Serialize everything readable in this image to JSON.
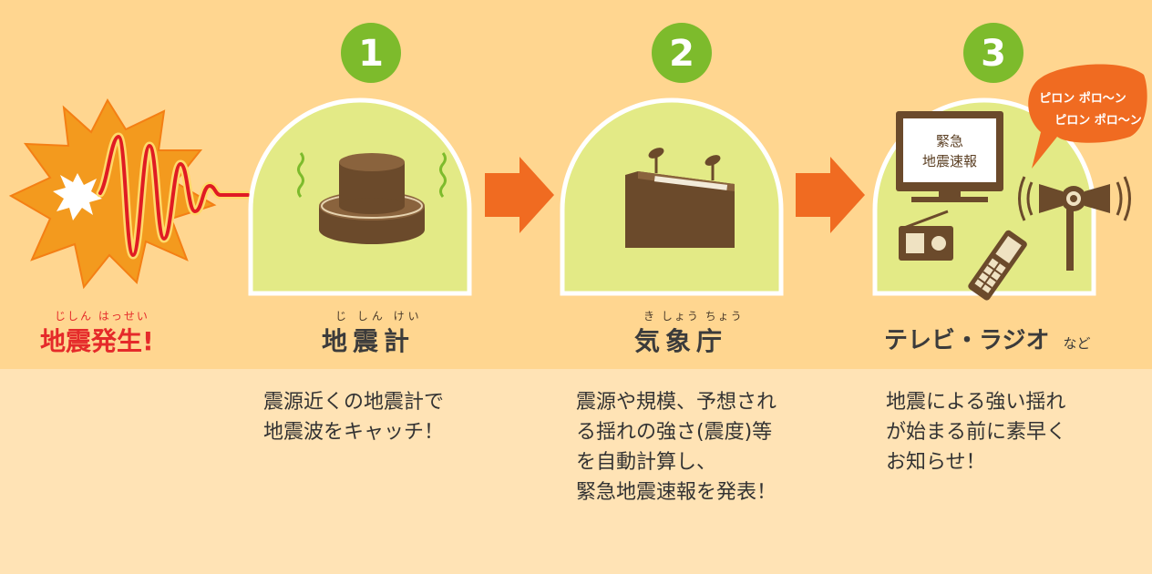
{
  "colors": {
    "band_top": "#ffd690",
    "band_bottom": "#ffe3b5",
    "dome_fill": "#e3ea86",
    "badge_green": "#7dbb2c",
    "arrow_orange": "#f06b21",
    "wave_red": "#e01b23",
    "brown": "#6b4a2b",
    "speech_orange": "#f06b21",
    "quake_label_red": "#e52a2a"
  },
  "icons": {
    "quake": "earthquake-burst-icon",
    "seismometer": "seismometer-icon",
    "agency": "building-with-antennas-icon",
    "tv": "television-icon",
    "radio": "radio-icon",
    "phone": "mobile-phone-icon",
    "speaker": "loudspeaker-icon",
    "arrow": "right-arrow-icon"
  },
  "start": {
    "ruby": "じしん はっせい",
    "label": "地震発生!"
  },
  "steps": [
    {
      "number": "1",
      "ruby": "じ しん けい",
      "label": "地震計",
      "desc": "震源近くの地震計で\n地震波をキャッチ！"
    },
    {
      "number": "2",
      "ruby": "き しょう ちょう",
      "label": "気象庁",
      "desc": "震源や規模、予想され\nる揺れの強さ(震度)等\nを自動計算し、\n緊急地震速報を発表！"
    },
    {
      "number": "3",
      "label": "テレビ・ラジオ",
      "label_suffix": "など",
      "desc": "地震による強い揺れ\nが始まる前に素早く\nお知らせ！",
      "tv_screen_lines": [
        "緊急",
        "地震速報"
      ],
      "speech_lines": [
        "ピロン ポロ〜ン",
        "ピロン ポロ〜ン"
      ]
    }
  ]
}
